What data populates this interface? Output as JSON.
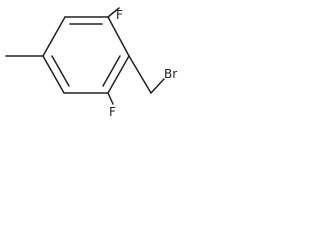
{
  "molecule": {
    "atoms": {
      "fluorine_top": "F",
      "fluorine_bottom": "F",
      "bromine": "Br"
    }
  }
}
